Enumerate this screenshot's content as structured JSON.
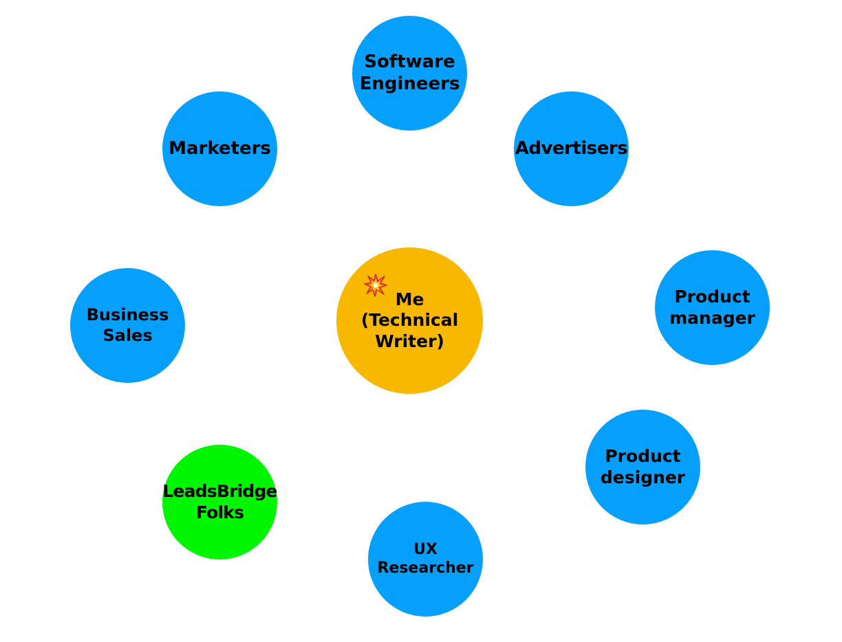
{
  "colors": {
    "peer_node": "#079FFC",
    "center_node": "#F9B800",
    "highlight_node": "#00F500",
    "text": "#000000"
  },
  "diagram": {
    "center": {
      "icon": "collision-burst-icon",
      "lines": [
        "Me",
        "(Technical",
        "Writer)"
      ]
    },
    "nodes": [
      {
        "id": "software",
        "lines": [
          "Software",
          "Engineers"
        ]
      },
      {
        "id": "marketers",
        "lines": [
          "Marketers"
        ]
      },
      {
        "id": "advertisers",
        "lines": [
          "Advertisers"
        ]
      },
      {
        "id": "business",
        "lines": [
          "Business",
          "Sales"
        ]
      },
      {
        "id": "pm",
        "lines": [
          "Product",
          "manager"
        ]
      },
      {
        "id": "designer",
        "lines": [
          "Product",
          "designer"
        ]
      },
      {
        "id": "leads",
        "lines": [
          "LeadsBridge",
          "Folks"
        ]
      },
      {
        "id": "ux",
        "lines": [
          "UX",
          "Researcher"
        ]
      }
    ]
  }
}
